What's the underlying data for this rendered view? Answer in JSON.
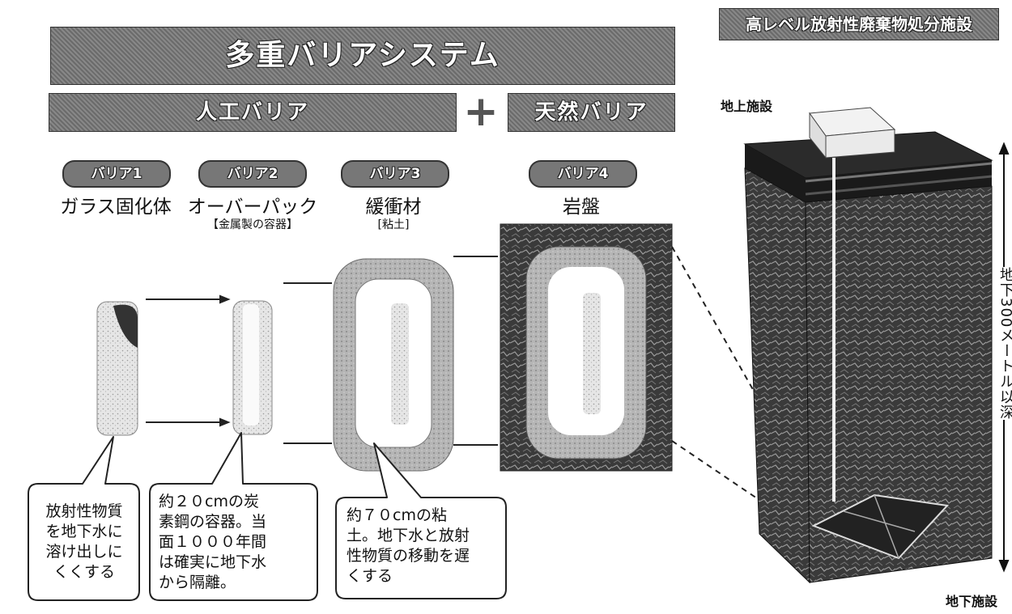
{
  "headers": {
    "main_title": "多重バリアシステム",
    "engineered": "人工バリア",
    "plus": "+",
    "natural": "天然バリア",
    "facility_title": "高レベル放射性廃棄物処分施設"
  },
  "barriers": [
    {
      "tag": "バリア1",
      "name": "ガラス固化体",
      "sub": ""
    },
    {
      "tag": "バリア2",
      "name": "オーバーパック",
      "sub": "【金属製の容器】"
    },
    {
      "tag": "バリア3",
      "name": "緩衝材",
      "sub": "[粘土]"
    },
    {
      "tag": "バリア4",
      "name": "岩盤",
      "sub": ""
    }
  ],
  "callouts": [
    {
      "lines": [
        "放射性物質",
        "を地下水に",
        "溶け出しに",
        "くくする"
      ]
    },
    {
      "lines": [
        "約２０cmの炭",
        "素鋼の容器。当",
        "面１０００年間",
        "は確実に地下水",
        "から隔離。"
      ]
    },
    {
      "lines": [
        "約７０cmの粘",
        "土。地下水と放射",
        "性物質の移動を遅",
        "くする"
      ]
    }
  ],
  "facility": {
    "surface_label": "地上施設",
    "depth_label": "地下300メートル以深",
    "underground_label": "地下施設"
  }
}
